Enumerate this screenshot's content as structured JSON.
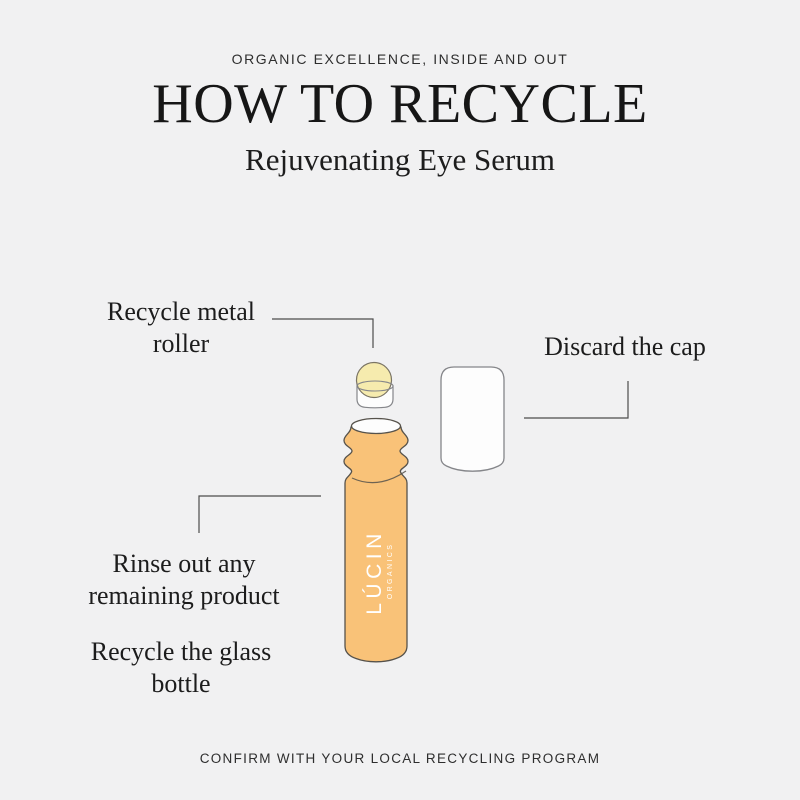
{
  "page": {
    "background": "#F1F1F2"
  },
  "header": {
    "eyebrow": "ORGANIC EXCELLENCE, INSIDE AND OUT",
    "title": "HOW TO RECYCLE",
    "subtitle": "Rejuvenating Eye Serum"
  },
  "diagram": {
    "labels": {
      "roller_lines": [
        "Recycle metal",
        "roller"
      ],
      "cap_line": "Discard the cap",
      "rinse_lines": [
        "Rinse out any",
        "remaining product"
      ],
      "glass_lines": [
        "Recycle the glass",
        "bottle"
      ]
    },
    "product": {
      "brand": "LÚCIN",
      "brand_sub": "ORGANICS"
    },
    "colors": {
      "background": "#F1F1F2",
      "bottle_fill": "#F9C278",
      "bottle_outline": "#56524B",
      "roller_ball_fill": "#F6EBAE",
      "roller_ball_outline": "#7A7464",
      "white_part_fill": "#FDFDFD",
      "white_part_outline": "#85868A",
      "connector": "#4D4D4D",
      "brand_text": "#FFFFFF"
    }
  },
  "footer": {
    "note": "CONFIRM WITH YOUR LOCAL RECYCLING PROGRAM"
  }
}
